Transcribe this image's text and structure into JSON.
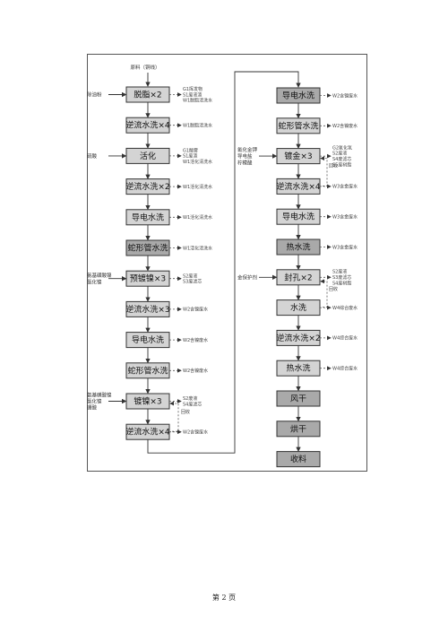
{
  "page_number": "第 2 页",
  "top_input": "原料（铜线）",
  "left_steps": [
    {
      "label": "脱脂×2",
      "notes": [
        "G1挥发物",
        "S1废液渣",
        "W1脱脂清洗水"
      ],
      "side": "除油粉",
      "dark": false
    },
    {
      "label": "逆流水洗×4",
      "notes": [
        "W1脱脂清洗水"
      ],
      "side": "",
      "dark": false
    },
    {
      "label": "活化",
      "notes": [
        "G1酸雾",
        "S1废渣",
        "W1活化清洗水"
      ],
      "side": "硫酸",
      "dark": false
    },
    {
      "label": "逆流水洗×2",
      "notes": [
        "W1活化清洗水"
      ],
      "side": "",
      "dark": false
    },
    {
      "label": "导电水洗",
      "notes": [
        "W1活化清洗水"
      ],
      "side": "",
      "dark": false
    },
    {
      "label": "蛇形管水洗",
      "notes": [
        "W1活化清洗水"
      ],
      "side": "",
      "dark": true
    },
    {
      "label": "预镀镍×3",
      "notes": [
        "S2废液",
        "S3废滤芯"
      ],
      "side": "氨基磺酸镍 氯化镍",
      "dark": false
    },
    {
      "label": "逆流水洗×3",
      "notes": [
        "W2含镍废水"
      ],
      "side": "",
      "dark": false
    },
    {
      "label": "导电水洗",
      "notes": [
        "W2含镍废水"
      ],
      "side": "",
      "dark": false
    },
    {
      "label": "蛇形管水洗",
      "notes": [
        "W2含镍废水"
      ],
      "side": "",
      "dark": false
    },
    {
      "label": "镀镍×3",
      "notes": [
        "S2废液",
        "S4废滤芯"
      ],
      "side": "氨基磺酸镍 氯化镍 硼酸",
      "dark": false
    },
    {
      "label": "逆流水洗×4",
      "notes": [
        "W2含镍废水"
      ],
      "side": "",
      "dark": false
    }
  ],
  "left_recycle": "回收",
  "right_steps": [
    {
      "label": "导电水洗",
      "notes": [
        "W2含镍废水"
      ],
      "side": "",
      "dark": true
    },
    {
      "label": "蛇形管水洗",
      "notes": [
        "W2含镍废水"
      ],
      "side": "",
      "dark": false
    },
    {
      "label": "镀金×3",
      "notes": [
        "G2氰化氢",
        "S2废液",
        "S4废滤芯",
        "S5废树脂"
      ],
      "side": "氰化金钾 导电盐 柠檬酸",
      "dark": false
    },
    {
      "label": "逆流水洗×4",
      "notes": [
        "W3含金废水"
      ],
      "side": "",
      "dark": false
    },
    {
      "label": "导电水洗",
      "notes": [
        "W3含金废水"
      ],
      "side": "",
      "dark": false
    },
    {
      "label": "热水洗",
      "notes": [
        "W3含金废水"
      ],
      "side": "",
      "dark": true
    },
    {
      "label": "封孔×2",
      "notes": [
        "S2废液",
        "S3废滤芯",
        "S4废树脂"
      ],
      "side": "金保护剂",
      "dark": false
    },
    {
      "label": "水洗",
      "notes": [
        "W4综合废水"
      ],
      "side": "",
      "dark": false
    },
    {
      "label": "逆流水洗×2",
      "notes": [
        "W4综合废水"
      ],
      "side": "",
      "dark": false
    },
    {
      "label": "热水洗",
      "notes": [
        "W4综合废水"
      ],
      "side": "",
      "dark": false
    },
    {
      "label": "风干",
      "notes": [],
      "side": "",
      "dark": true
    },
    {
      "label": "烘干",
      "notes": [],
      "side": "",
      "dark": true
    },
    {
      "label": "收料",
      "notes": [],
      "side": "",
      "dark": true
    }
  ],
  "right_recycle_a": "回收",
  "right_recycle_b": "回收"
}
